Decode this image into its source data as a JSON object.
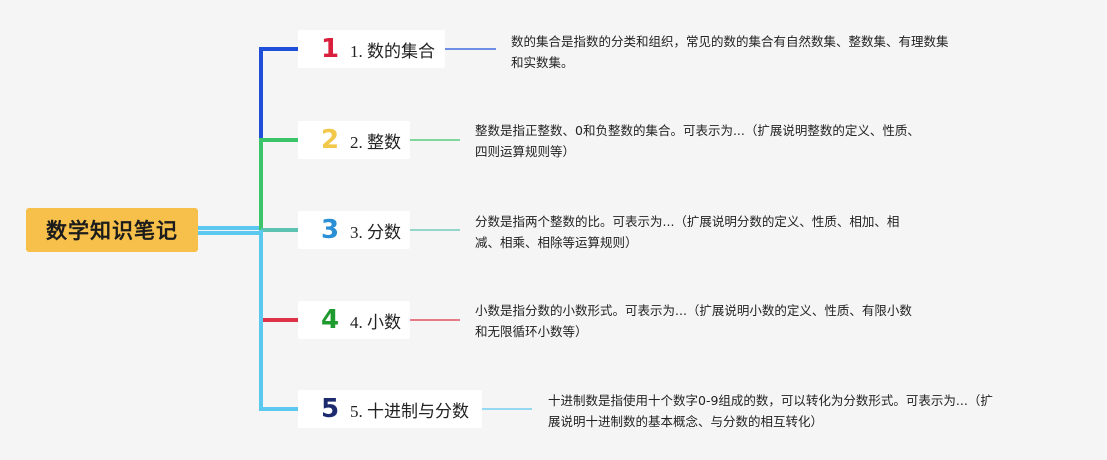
{
  "root": {
    "title": "数学知识笔记"
  },
  "colors": {
    "root_bg": "#f7c04a",
    "branches": [
      "#1f4fd9",
      "#3cc46a",
      "#5cc3b2",
      "#e0334a",
      "#5ac8ef"
    ]
  },
  "branches": [
    {
      "number": "1",
      "number_color": "#d91f3c",
      "label": "1. 数的集合",
      "description": [
        "数的集合是指数的分类和组织，常见的数的集合有自然数集、整数集、有理数集",
        "和实数集。"
      ]
    },
    {
      "number": "2",
      "number_color": "#f2c84b",
      "label": "2. 整数",
      "description": [
        "整数是指正整数、0和负整数的集合。可表示为...（扩展说明整数的定义、性质、",
        "四则运算规则等）"
      ]
    },
    {
      "number": "3",
      "number_color": "#2a8fd4",
      "label": "3. 分数",
      "description": [
        "分数是指两个整数的比。可表示为...（扩展说明分数的定义、性质、相加、相",
        "减、相乘、相除等运算规则）"
      ]
    },
    {
      "number": "4",
      "number_color": "#1f9a2e",
      "label": "4. 小数",
      "description": [
        "小数是指分数的小数形式。可表示为...（扩展说明小数的定义、性质、有限小数",
        "和无限循环小数等）"
      ]
    },
    {
      "number": "5",
      "number_color": "#1d2a6e",
      "label": "5. 十进制与分数",
      "description": [
        "十进制数是指使用十个数字0-9组成的数，可以转化为分数形式。可表示为...（扩",
        "展说明十进制数的基本概念、与分数的相互转化）"
      ]
    }
  ]
}
